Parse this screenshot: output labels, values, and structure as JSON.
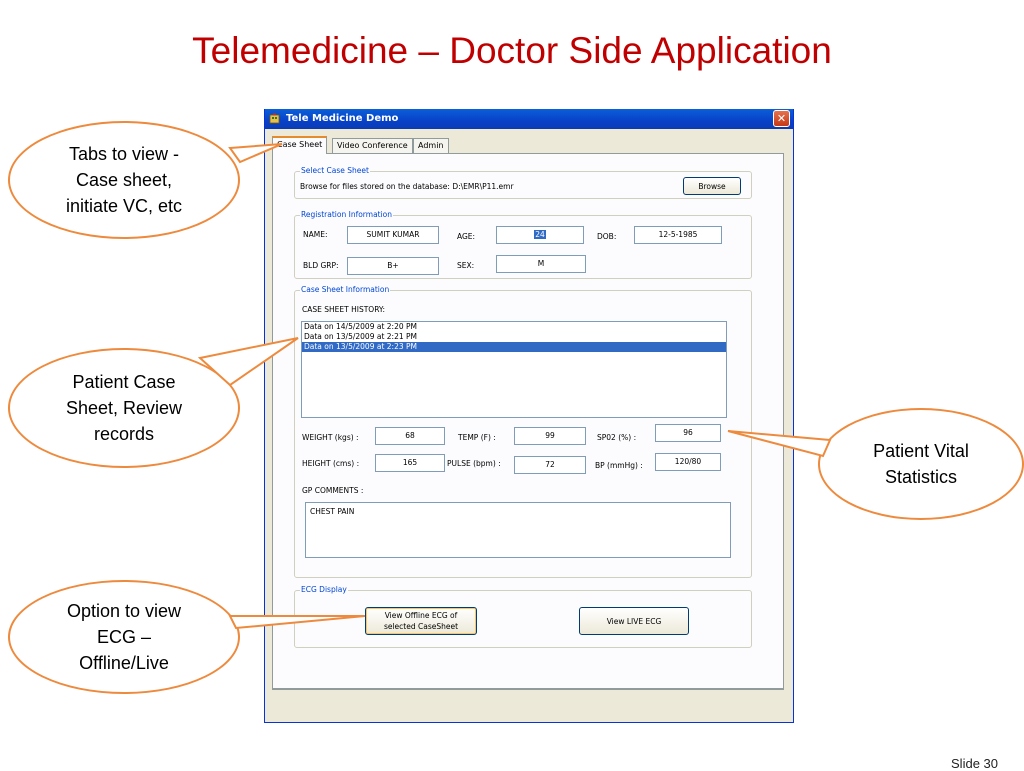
{
  "slide": {
    "title": "Telemedicine – Doctor Side Application",
    "number": "Slide 30"
  },
  "window": {
    "title": "Tele Medicine Demo",
    "close_glyph": "✕"
  },
  "tabs": [
    {
      "label": "Case Sheet",
      "active": true
    },
    {
      "label": "Video Conference",
      "active": false
    },
    {
      "label": "Admin",
      "active": false
    }
  ],
  "select_case_sheet": {
    "title": "Select Case Sheet",
    "browse_text": "Browse for files stored on the database: D:\\EMR\\P11.emr",
    "browse_button": "Browse"
  },
  "registration": {
    "title": "Registration Information",
    "name_label": "NAME:",
    "name_value": "SUMIT KUMAR",
    "age_label": "AGE:",
    "age_value": "24",
    "dob_label": "DOB:",
    "dob_value": "12-5-1985",
    "bldgrp_label": "BLD GRP:",
    "bldgrp_value": "B+",
    "sex_label": "SEX:",
    "sex_value": "M"
  },
  "case_sheet": {
    "title": "Case Sheet Information",
    "history_label": "CASE SHEET HISTORY:",
    "history_items": [
      {
        "text": "Data on 14/5/2009 at 2:20 PM",
        "selected": false
      },
      {
        "text": "Data on 13/5/2009 at 2:21 PM",
        "selected": false
      },
      {
        "text": "Data on 13/5/2009 at 2:23 PM",
        "selected": true
      }
    ],
    "weight_label": "WEIGHT (kgs) :",
    "weight_value": "68",
    "temp_label": "TEMP (F) :",
    "temp_value": "99",
    "spo2_label": "SP02 (%) :",
    "spo2_value": "96",
    "height_label": "HEIGHT (cms) :",
    "height_value": "165",
    "pulse_label": "PULSE (bpm) :",
    "pulse_value": "72",
    "bp_label": "BP (mmHg) :",
    "bp_value": "120/80",
    "comments_label": "GP COMMENTS :",
    "comments_value": "CHEST PAIN"
  },
  "ecg": {
    "title": "ECG Display",
    "offline_button": "View Offline  ECG of selected CaseSheet",
    "live_button": "View LIVE ECG"
  },
  "callouts": {
    "tabs": "Tabs to view -\nCase sheet,\ninitiate VC, etc",
    "case": "Patient Case\nSheet, Review\nrecords",
    "vitals": "Patient Vital\nStatistics",
    "ecg": "Option to view\nECG –\nOffline/Live"
  },
  "colors": {
    "title_red": "#c00000",
    "callout_orange": "#ed8a3d",
    "xp_titlebar": "#0841c8",
    "selection_blue": "#316ac5"
  }
}
